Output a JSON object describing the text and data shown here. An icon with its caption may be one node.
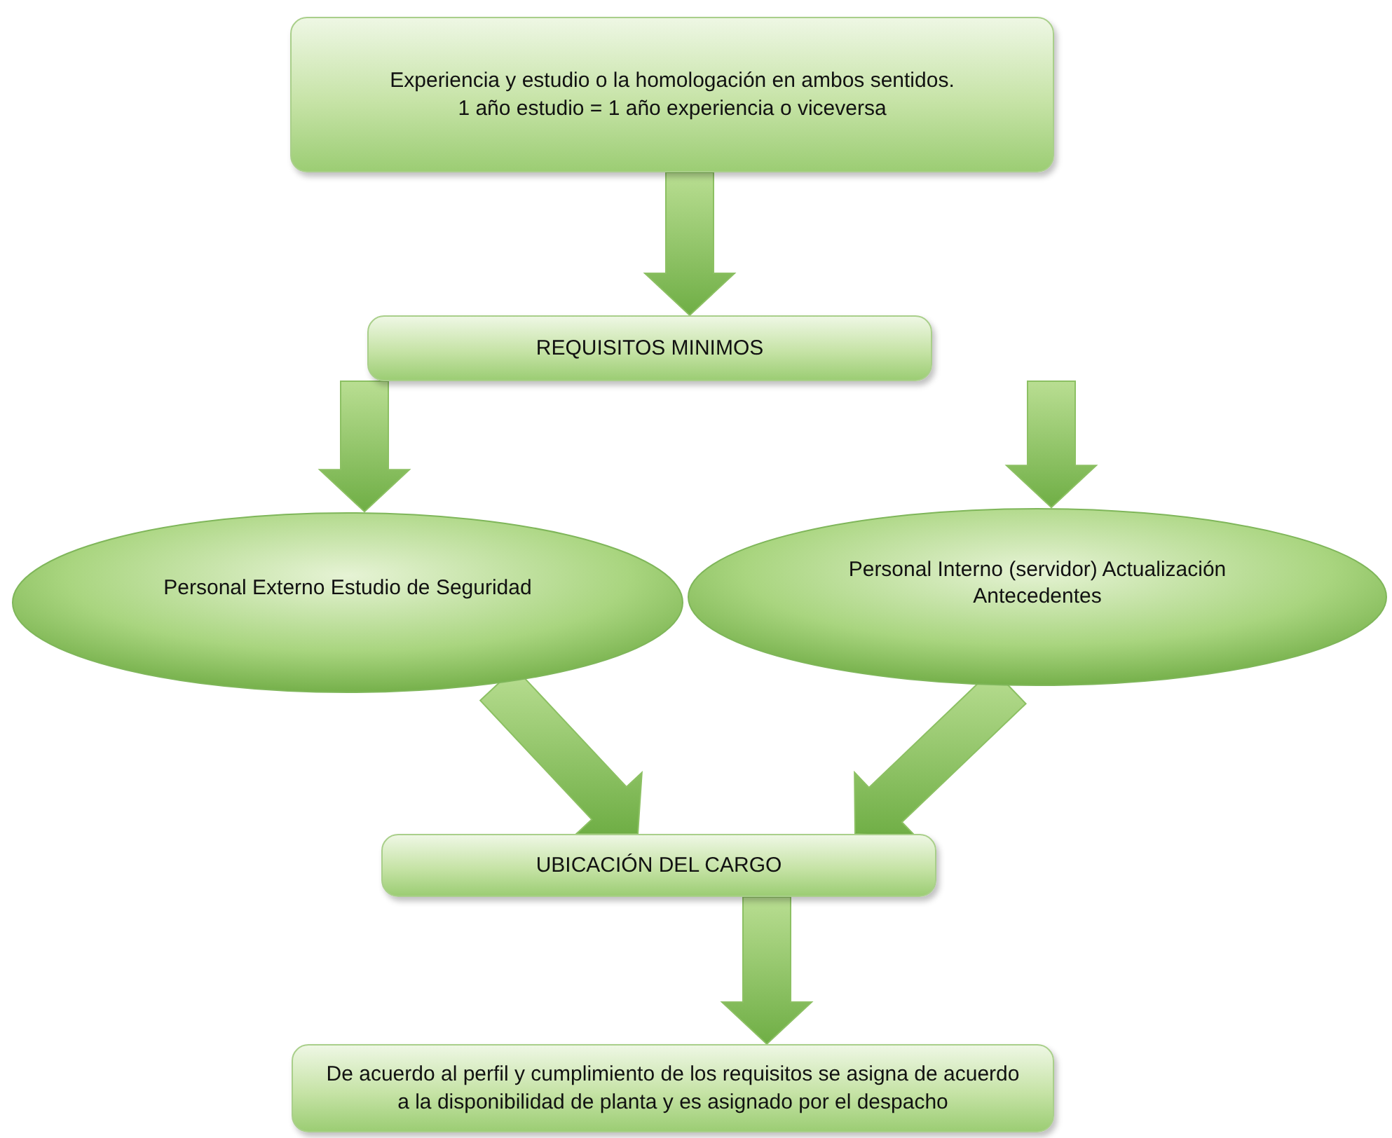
{
  "diagram": {
    "nodes": [
      {
        "text": [
          "Experiencia y estudio o la homologación en ambos sentidos.",
          "1 año estudio = 1 año experiencia o viceversa"
        ]
      },
      {
        "text": [
          "REQUISITOS MINIMOS"
        ]
      },
      {
        "text": [
          "Personal Externo Estudio de Seguridad"
        ]
      },
      {
        "text": [
          "Personal Interno (servidor) Actualización Antecedentes"
        ]
      },
      {
        "text": [
          "UBICACIÓN DEL CARGO"
        ]
      },
      {
        "text": [
          "De acuerdo al perfil y cumplimiento de los requisitos se asigna de acuerdo a la disponibilidad de planta y es asignado por el despacho"
        ]
      }
    ],
    "edges": [
      {
        "from": 0,
        "to": 1,
        "arrow": "to"
      },
      {
        "from": 1,
        "to": 2,
        "arrow": "to"
      },
      {
        "from": 1,
        "to": 3,
        "arrow": "to"
      },
      {
        "from": 2,
        "to": 4,
        "arrow": "to"
      },
      {
        "from": 3,
        "to": 4,
        "arrow": "to"
      },
      {
        "from": 4,
        "to": 5,
        "arrow": "to"
      }
    ]
  }
}
